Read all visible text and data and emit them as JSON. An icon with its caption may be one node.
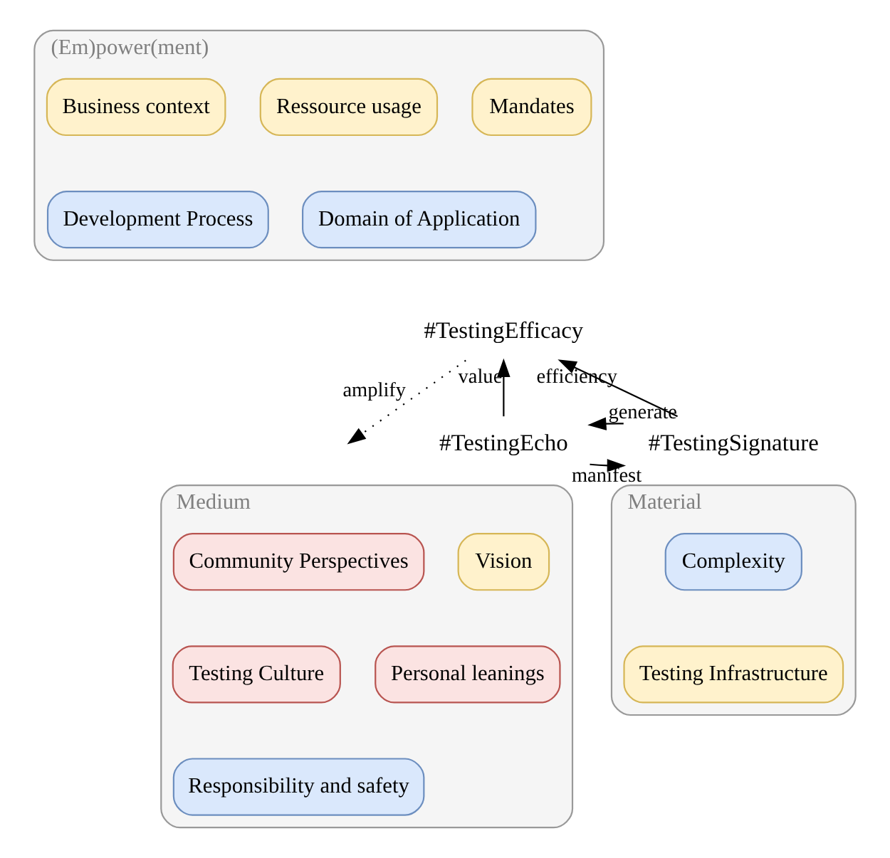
{
  "diagram": {
    "nodes": [
      {
        "text": [
          "(Em)power(ment)"
        ]
      },
      {
        "text": [
          "Ressource usage"
        ],
        "in": 0
      },
      {
        "text": [
          "Business context"
        ],
        "in": 0
      },
      {
        "text": [
          "Mandates"
        ],
        "in": 0
      },
      {
        "text": [
          "Domain of Application"
        ],
        "in": 0
      },
      {
        "text": [
          "Development Process"
        ],
        "in": 0
      },
      {
        "text": [
          "#TestingEfficacy"
        ]
      },
      {
        "text": [
          "#TestingSignature"
        ]
      },
      {
        "text": [
          "#TestingEcho"
        ]
      },
      {
        "text": [
          "Material"
        ]
      },
      {
        "text": [
          "Complexity"
        ],
        "in": 9
      },
      {
        "text": [
          "Testing Infrastructure"
        ],
        "in": 9
      },
      {
        "text": [
          "Medium"
        ]
      },
      {
        "text": [
          "Vision"
        ],
        "in": 12
      },
      {
        "text": [
          "Community Perspectives"
        ],
        "in": 12
      },
      {
        "text": [
          "Personal leanings"
        ],
        "in": 12
      },
      {
        "text": [
          "Testing Culture"
        ],
        "in": 12
      },
      {
        "text": [
          "Responsibility and safety"
        ],
        "in": 12
      }
    ],
    "edges": [
      {
        "from": 7,
        "to": 6,
        "arrow": "to",
        "label": "efficiency"
      },
      {
        "from": 8,
        "to": 6,
        "arrow": "to",
        "label": "value"
      },
      {
        "from": 6,
        "to": null,
        "arrow": "to",
        "label": "amplify",
        "style": "dashed"
      },
      {
        "from": 8,
        "to": 7,
        "arrow": "to",
        "label": "manifest"
      },
      {
        "from": 7,
        "to": 8,
        "arrow": "to",
        "label": "generate"
      }
    ]
  }
}
